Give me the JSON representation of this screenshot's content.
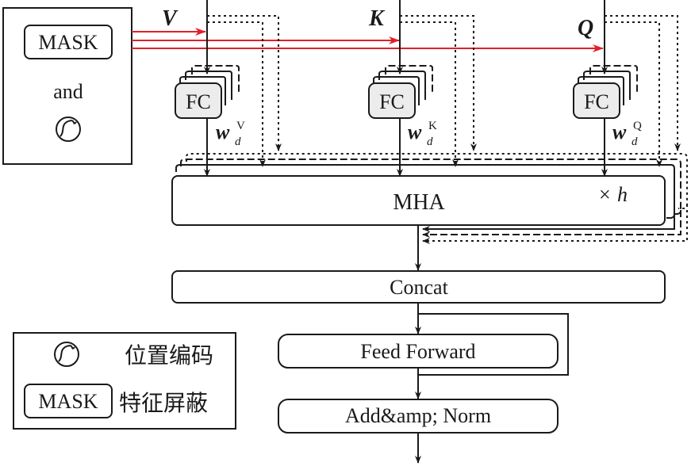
{
  "inputs": {
    "v_label": "V",
    "k_label": "K",
    "q_label": "Q"
  },
  "mask_panel": {
    "mask_label": "MASK",
    "and_label": "and"
  },
  "fc_blocks": [
    {
      "label": "FC",
      "weight_base": "w",
      "weight_sub": "d",
      "weight_sup": "V"
    },
    {
      "label": "FC",
      "weight_base": "w",
      "weight_sub": "d",
      "weight_sup": "K"
    },
    {
      "label": "FC",
      "weight_base": "w",
      "weight_sub": "d",
      "weight_sup": "Q"
    }
  ],
  "mha": {
    "label": "MHA",
    "times_symbol": "×",
    "heads_label": "h"
  },
  "concat": {
    "label": "Concat"
  },
  "feed_forward": {
    "label": "Feed Forward"
  },
  "add_norm": {
    "label": "Add&amp; Norm"
  },
  "legend": {
    "pos_encoding_label": "位置编码",
    "mask_label": "MASK",
    "mask_desc": "特征屏蔽"
  },
  "colors": {
    "line": "#1a1a1a",
    "mask_arrow": "#e0202a",
    "box_fill": "#ffffff",
    "fc_fill": "#ececec"
  }
}
